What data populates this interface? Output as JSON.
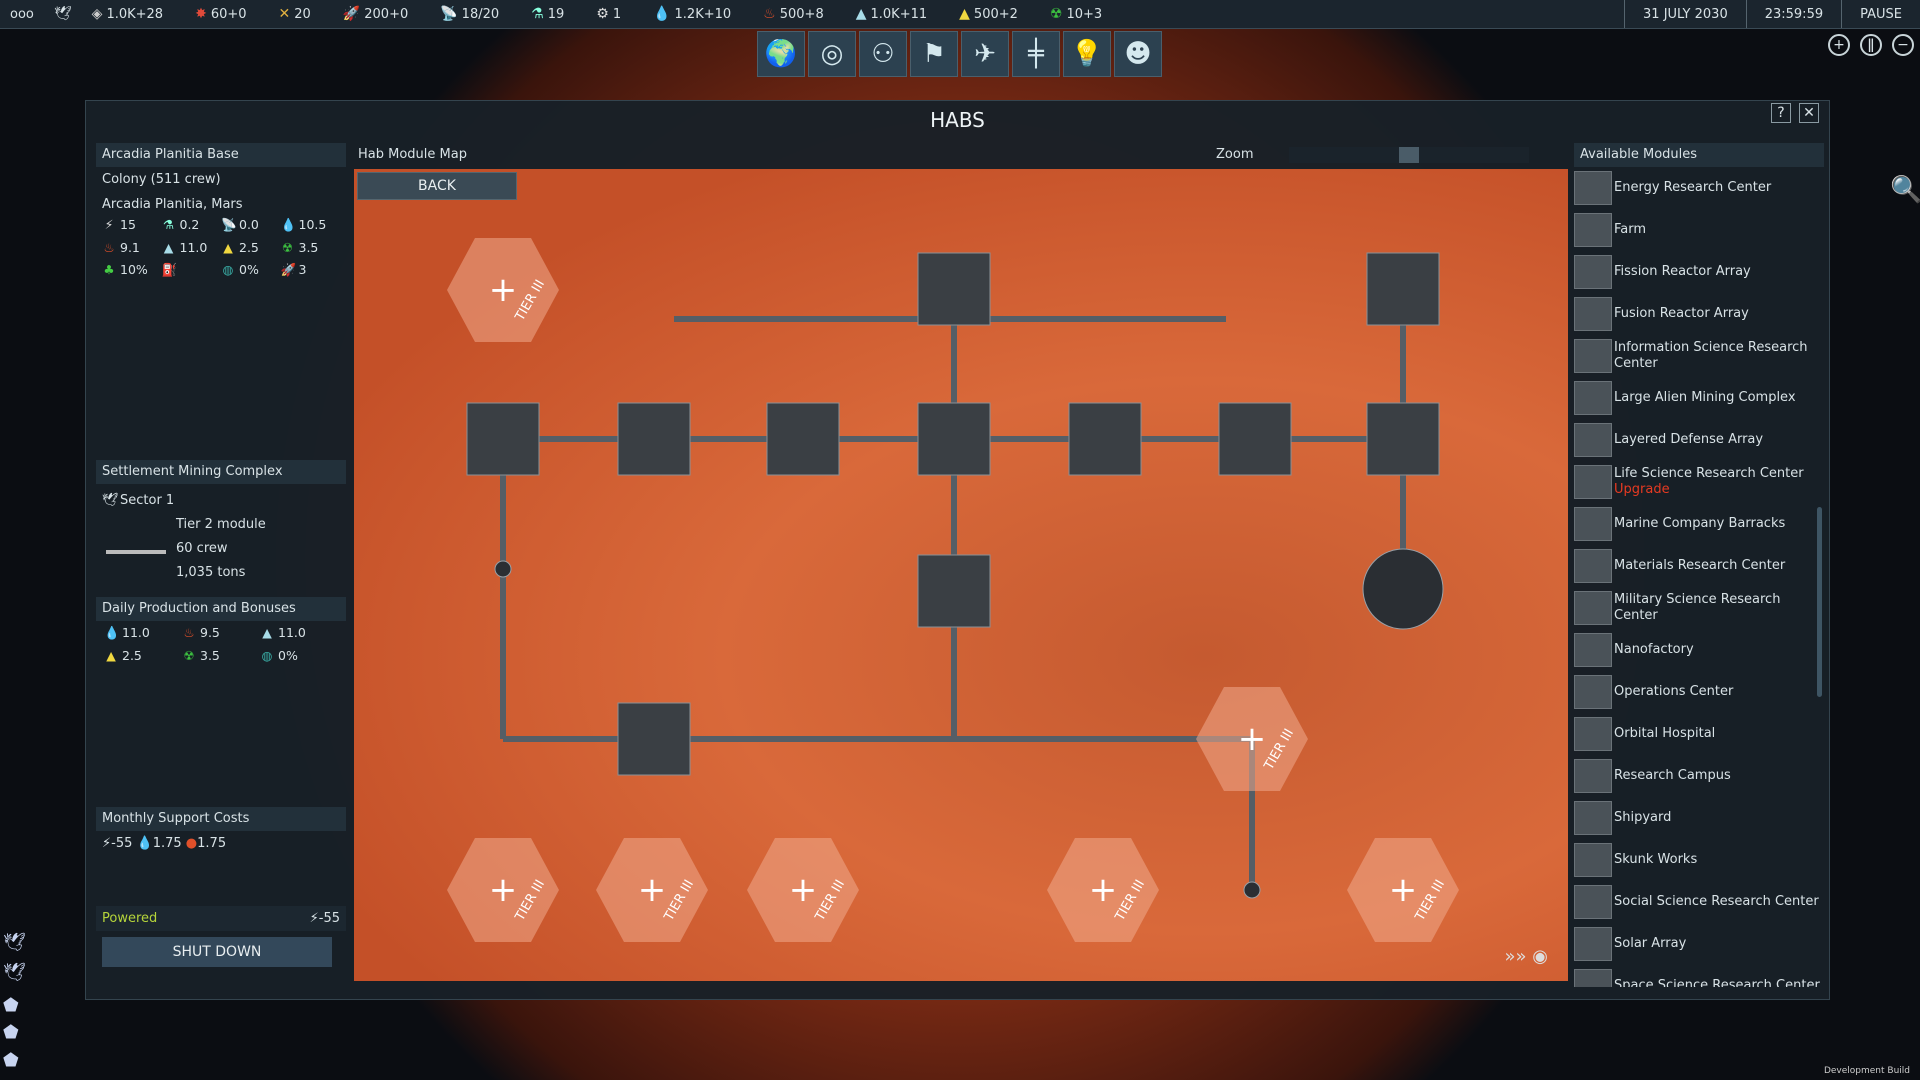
{
  "topbar": {
    "menu": "ooo",
    "resources": [
      {
        "icon": "boost-icon",
        "value": "1.0K+28"
      },
      {
        "icon": "mission-control-icon",
        "value": "60+0"
      },
      {
        "icon": "military-icon",
        "value": "20"
      },
      {
        "icon": "rocket-icon",
        "value": "200+0"
      },
      {
        "icon": "satellite-icon",
        "value": "18/20"
      },
      {
        "icon": "science-icon",
        "value": "19"
      },
      {
        "icon": "projects-icon",
        "value": "1"
      },
      {
        "icon": "water-icon",
        "value": "1.2K+10"
      },
      {
        "icon": "volatiles-icon",
        "value": "500+8"
      },
      {
        "icon": "metals-icon",
        "value": "1.0K+11"
      },
      {
        "icon": "noble-metals-icon",
        "value": "500+2"
      },
      {
        "icon": "fissiles-icon",
        "value": "10+3"
      }
    ],
    "date": "31 JULY 2030",
    "time": "23:59:59",
    "pause": "PAUSE"
  },
  "nav": [
    "globe",
    "solar-system",
    "factions",
    "flag",
    "space-bodies",
    "fleets",
    "research",
    "council"
  ],
  "modal": {
    "title": "HABS",
    "help": "?",
    "close": "✕"
  },
  "hab": {
    "name": "Arcadia Planitia Base",
    "type": "Colony (511 crew)",
    "location": "Arcadia Planitia, Mars",
    "stats": [
      {
        "icon": "power-icon",
        "v": "15"
      },
      {
        "icon": "science-icon",
        "v": "0.2"
      },
      {
        "icon": "satellite-icon",
        "v": "0.0"
      },
      {
        "icon": "water-icon",
        "v": "10.5"
      },
      {
        "icon": "volatiles-icon",
        "v": "9.1"
      },
      {
        "icon": "metals-icon",
        "v": "11.0"
      },
      {
        "icon": "noble-metals-icon",
        "v": "2.5"
      },
      {
        "icon": "fissiles-icon",
        "v": "3.5"
      },
      {
        "icon": "growth-icon",
        "v": "10%"
      },
      {
        "icon": "fuel-icon",
        "v": ""
      },
      {
        "icon": "antimatter-icon",
        "v": "0%"
      },
      {
        "icon": "rocket-icon",
        "v": "3"
      }
    ]
  },
  "module": {
    "name": "Settlement Mining Complex",
    "sector": "Sector 1",
    "tier": "Tier 2 module",
    "crew": "60 crew",
    "mass": "1,035 tons",
    "production_header": "Daily Production and Bonuses",
    "production": [
      {
        "icon": "water-icon",
        "v": "11.0"
      },
      {
        "icon": "volatiles-icon",
        "v": "9.5"
      },
      {
        "icon": "metals-icon",
        "v": "11.0"
      },
      {
        "icon": "noble-metals-icon",
        "v": "2.5"
      },
      {
        "icon": "fissiles-icon",
        "v": "3.5"
      },
      {
        "icon": "antimatter-icon",
        "v": "0%"
      }
    ],
    "costs_header": "Monthly Support Costs",
    "costs": [
      "-55",
      "1.75",
      "1.75"
    ],
    "status": "Powered",
    "power": "-55",
    "shutdown": "SHUT DOWN"
  },
  "map": {
    "header": "Hab Module Map",
    "zoom_label": "Zoom",
    "back": "BACK",
    "tier_label": "TIER III",
    "plus": "+"
  },
  "available": {
    "header": "Available Modules",
    "items": [
      {
        "name": "Energy Research Center"
      },
      {
        "name": "Farm"
      },
      {
        "name": "Fission Reactor Array"
      },
      {
        "name": "Fusion Reactor Array"
      },
      {
        "name": "Information Science Research Center"
      },
      {
        "name": "Large Alien Mining Complex"
      },
      {
        "name": "Layered Defense Array"
      },
      {
        "name": "Life Science Research Center",
        "note": "Upgrade"
      },
      {
        "name": "Marine Company Barracks"
      },
      {
        "name": "Materials Research Center"
      },
      {
        "name": "Military Science Research Center"
      },
      {
        "name": "Nanofactory"
      },
      {
        "name": "Operations Center"
      },
      {
        "name": "Orbital Hospital"
      },
      {
        "name": "Research Campus"
      },
      {
        "name": "Shipyard"
      },
      {
        "name": "Skunk Works"
      },
      {
        "name": "Social Science Research Center"
      },
      {
        "name": "Solar Array"
      },
      {
        "name": "Space Science Research Center"
      }
    ]
  },
  "footer": {
    "dev": "Development Build"
  },
  "colors": {
    "mars": "#d9693a",
    "panel": "#182028",
    "accent": "#2c4150",
    "powered": "#b5d43a",
    "upgrade": "#e63a22"
  }
}
